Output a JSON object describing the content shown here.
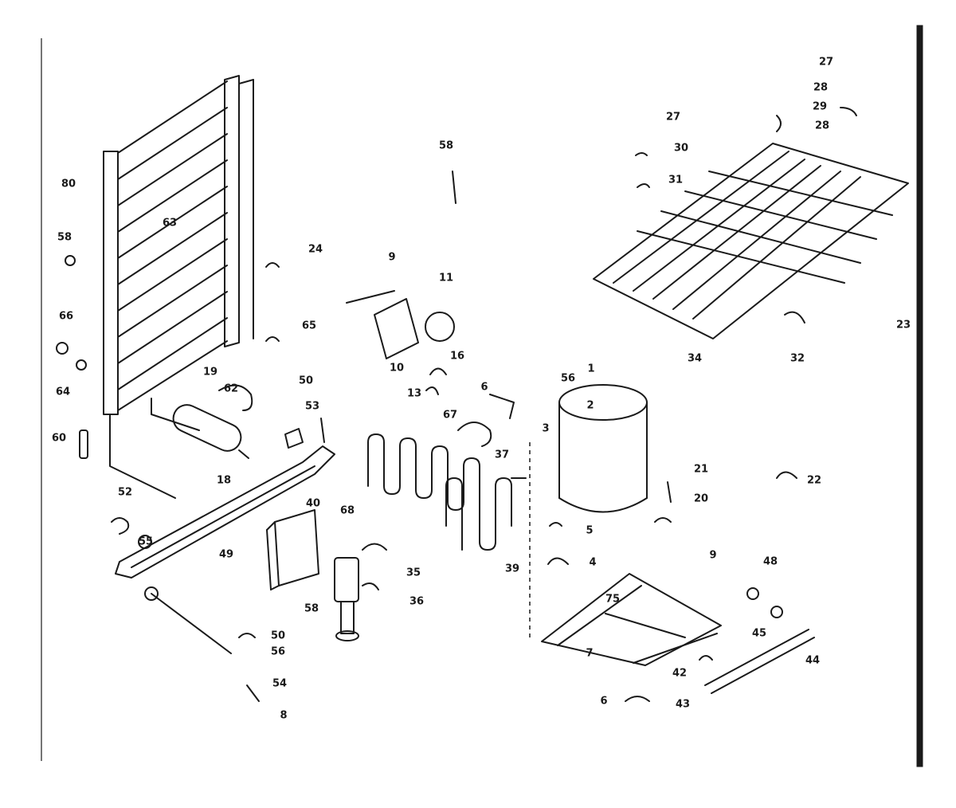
{
  "colors": {
    "ink": "#1a1a1a",
    "paper": "#ffffff"
  },
  "labels": [
    {
      "id": "l80",
      "text": "80"
    },
    {
      "id": "l63",
      "text": "63"
    },
    {
      "id": "l58a",
      "text": "58"
    },
    {
      "id": "l24",
      "text": "24"
    },
    {
      "id": "l66",
      "text": "66"
    },
    {
      "id": "l65",
      "text": "65"
    },
    {
      "id": "l64",
      "text": "64"
    },
    {
      "id": "l19",
      "text": "19"
    },
    {
      "id": "l62",
      "text": "62"
    },
    {
      "id": "l50a",
      "text": "50"
    },
    {
      "id": "l53",
      "text": "53"
    },
    {
      "id": "l60",
      "text": "60"
    },
    {
      "id": "l18",
      "text": "18"
    },
    {
      "id": "l52",
      "text": "52"
    },
    {
      "id": "l55",
      "text": "55"
    },
    {
      "id": "l49",
      "text": "49"
    },
    {
      "id": "l40",
      "text": "40"
    },
    {
      "id": "l58b",
      "text": "58"
    },
    {
      "id": "l9a",
      "text": "9"
    },
    {
      "id": "l11",
      "text": "11"
    },
    {
      "id": "l10",
      "text": "10"
    },
    {
      "id": "l16",
      "text": "16"
    },
    {
      "id": "l13",
      "text": "13"
    },
    {
      "id": "l6",
      "text": "6"
    },
    {
      "id": "l56a",
      "text": "56"
    },
    {
      "id": "l1",
      "text": "1"
    },
    {
      "id": "l2",
      "text": "2"
    },
    {
      "id": "l3",
      "text": "3"
    },
    {
      "id": "l67",
      "text": "67"
    },
    {
      "id": "l37",
      "text": "37"
    },
    {
      "id": "l68",
      "text": "68"
    },
    {
      "id": "l35",
      "text": "35"
    },
    {
      "id": "l36",
      "text": "36"
    },
    {
      "id": "l58c",
      "text": "58"
    },
    {
      "id": "l39",
      "text": "39"
    },
    {
      "id": "l50b",
      "text": "50"
    },
    {
      "id": "l56b",
      "text": "56"
    },
    {
      "id": "l54",
      "text": "54"
    },
    {
      "id": "l8",
      "text": "8"
    },
    {
      "id": "l27a",
      "text": "27"
    },
    {
      "id": "l28a",
      "text": "28"
    },
    {
      "id": "l29",
      "text": "29"
    },
    {
      "id": "l28b",
      "text": "28"
    },
    {
      "id": "l27b",
      "text": "27"
    },
    {
      "id": "l30",
      "text": "30"
    },
    {
      "id": "l31",
      "text": "31"
    },
    {
      "id": "l32",
      "text": "32"
    },
    {
      "id": "l34",
      "text": "34"
    },
    {
      "id": "l23",
      "text": "23"
    },
    {
      "id": "l21",
      "text": "21"
    },
    {
      "id": "l20",
      "text": "20"
    },
    {
      "id": "l22",
      "text": "22"
    },
    {
      "id": "l5",
      "text": "5"
    },
    {
      "id": "l4",
      "text": "4"
    },
    {
      "id": "l75",
      "text": "75"
    },
    {
      "id": "l9b",
      "text": "9"
    },
    {
      "id": "l48",
      "text": "48"
    },
    {
      "id": "l45",
      "text": "45"
    },
    {
      "id": "l7",
      "text": "7"
    },
    {
      "id": "l42",
      "text": "42"
    },
    {
      "id": "l44",
      "text": "44"
    },
    {
      "id": "l43",
      "text": "43"
    },
    {
      "id": "l6b",
      "text": "6"
    }
  ]
}
